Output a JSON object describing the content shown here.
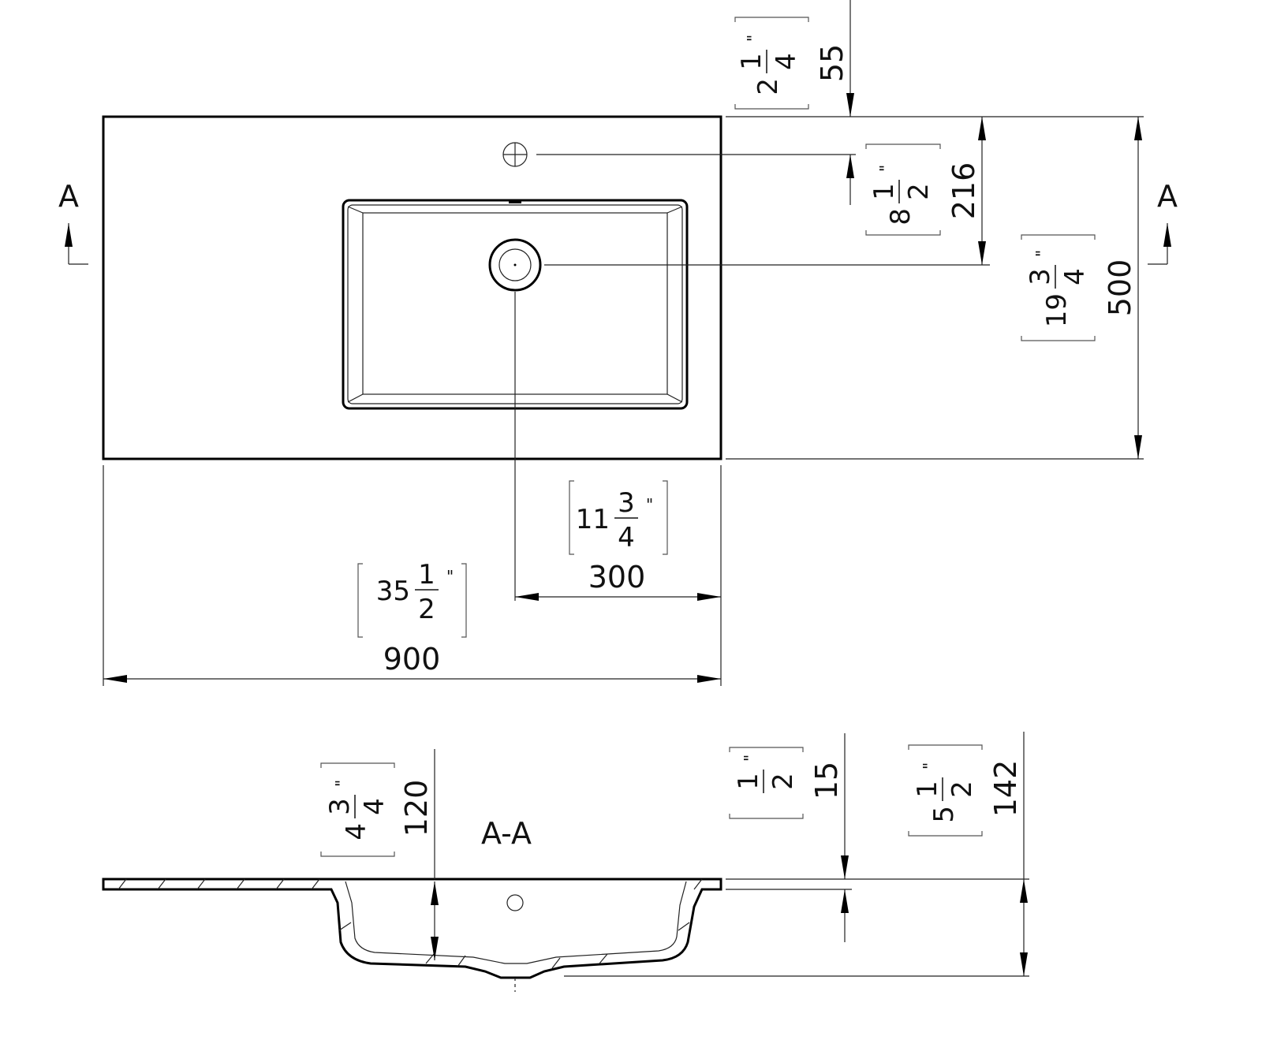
{
  "title": "Vanity top 900 × 500 technical drawing",
  "section_marker": {
    "left": "A",
    "right": "A",
    "section_title": "A-A"
  },
  "dims": {
    "tap_offset": {
      "mm": "55",
      "whole": "2",
      "num": "1",
      "den": "4",
      "inch": "\""
    },
    "drain_offset": {
      "mm": "216",
      "whole": "8",
      "num": "1",
      "den": "2",
      "inch": "\""
    },
    "depth": {
      "mm": "500",
      "whole": "19",
      "num": "3",
      "den": "4",
      "inch": "\""
    },
    "drain_from_right": {
      "mm": "300",
      "whole": "11",
      "num": "3",
      "den": "4",
      "inch": "\""
    },
    "width": {
      "mm": "900",
      "whole": "35",
      "num": "1",
      "den": "2",
      "inch": "\""
    },
    "bowl_depth": {
      "mm": "120",
      "whole": "4",
      "num": "3",
      "den": "4",
      "inch": "\""
    },
    "top_thickness": {
      "mm": "15",
      "whole": "",
      "num": "1",
      "den": "2",
      "inch": "\""
    },
    "total_height": {
      "mm": "142",
      "whole": "5",
      "num": "1",
      "den": "2",
      "inch": "\""
    }
  }
}
